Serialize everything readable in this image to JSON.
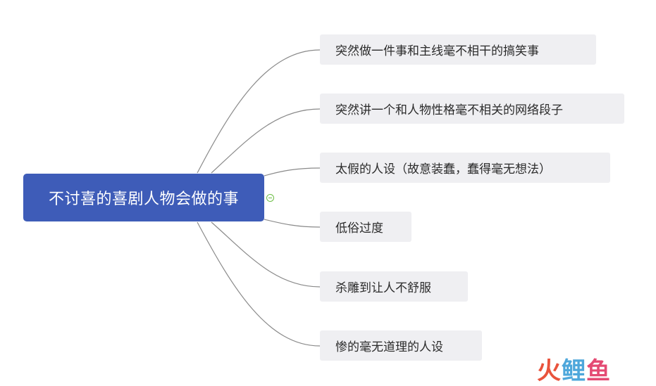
{
  "central_topic": "不讨喜的喜剧人物会做的事",
  "branches": [
    "突然做一件事和主线毫不相干的搞笑事",
    "突然讲一个和人物性格毫不相关的网络段子",
    "太假的人设（故意装蠢，蠢得毫无想法）",
    "低俗过度",
    "杀雕到让人不舒服",
    "惨的毫无道理的人设"
  ],
  "watermark": {
    "char1": "火",
    "char2": "鲤",
    "char3": "鱼"
  },
  "colors": {
    "central_fill": "#3e5cb8",
    "branch_fill": "#efeff2",
    "connector": "#8a8a8a",
    "toggle": "#6cbe45"
  }
}
